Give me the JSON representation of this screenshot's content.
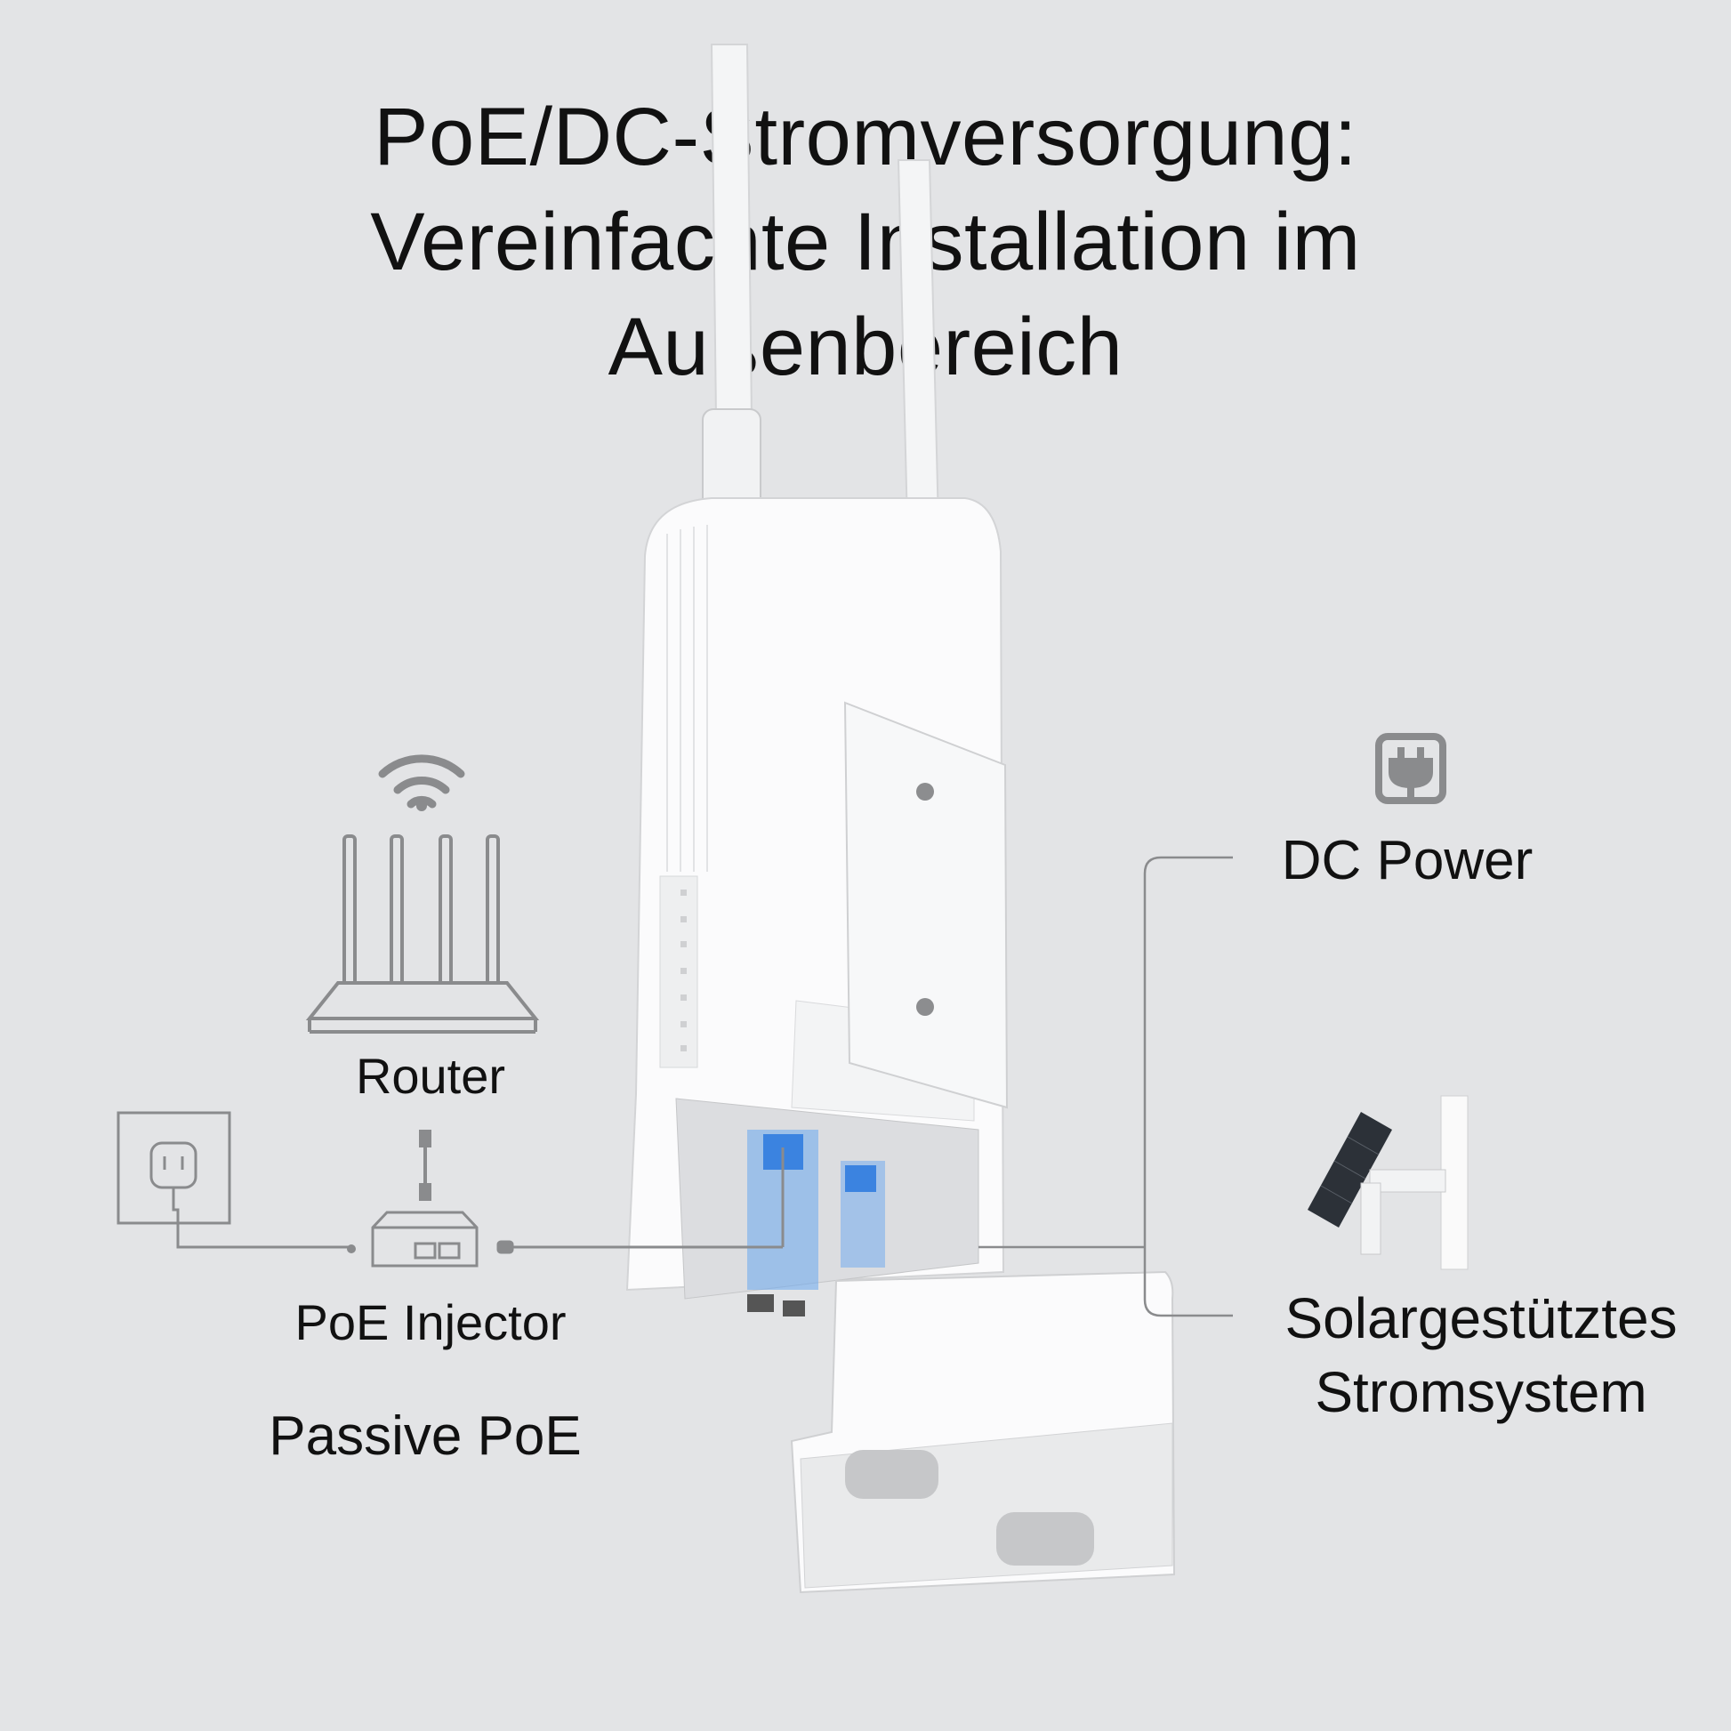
{
  "title": {
    "line1": "PoE/DC-Stromversorgung:",
    "line2": "Vereinfachte Installation im",
    "line3": "Außenbereich"
  },
  "labels": {
    "router": "Router",
    "poe_injector": "PoE Injector",
    "passive_poe": "Passive PoE",
    "dc_power": "DC Power",
    "solar_line1": "Solargestütztes",
    "solar_line2": "Stromsystem"
  },
  "icons": [
    "wifi-icon",
    "router-icon",
    "wall-socket-icon",
    "poe-injector-icon",
    "plug-icon",
    "solar-panel-icon",
    "access-point-device"
  ],
  "colors": {
    "background": "#e3e4e6",
    "lines": "#8a8b8d",
    "port_glow": "#4a90e8"
  }
}
